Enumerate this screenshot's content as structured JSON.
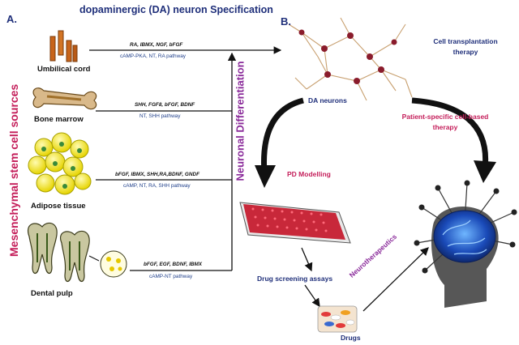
{
  "title": "dopaminergic (DA) neuron Specification",
  "panel_a": "A.",
  "panel_b": "B.",
  "mesenchymal_label": "Mesenchymal stem cell sources",
  "neuronal_label": "Neuronal Differentiation",
  "sources": [
    {
      "label": "Umbilical cord",
      "factors": "RA, IBMX, NGF, bFGF",
      "pathway": "cAMP-PKA, NT, RA pathway"
    },
    {
      "label": "Bone marrow",
      "factors": "SHH, FGF8, bFGF, BDNF",
      "pathway": "NT, SHH pathway"
    },
    {
      "label": "Adipose tissue",
      "factors": "bFGF, IBMX, SHH,RA,BDNF, GNDF",
      "pathway": "cAMP, NT, RA, SHH pathway"
    },
    {
      "label": "Dental pulp",
      "factors": "bFGF, EGF, BDNF, IBMX",
      "pathway": "cAMP-NT pathway"
    }
  ],
  "da_neurons": "DA neurons",
  "cell_transplant": "Cell transplantation therapy",
  "patient_specific": "Patient-specific cell-based therapy",
  "pd_modelling": "PD Modelling",
  "drug_screening": "Drug screening assays",
  "neurotherapeutics": "Neurotherapeutics",
  "drugs": "Drugs",
  "colors": {
    "navy": "#1f2f7a",
    "magenta": "#c41e5a",
    "purple": "#8a2a9a",
    "neuron_body": "#8a1c2c",
    "brain_blue": "#1a4ab8"
  }
}
